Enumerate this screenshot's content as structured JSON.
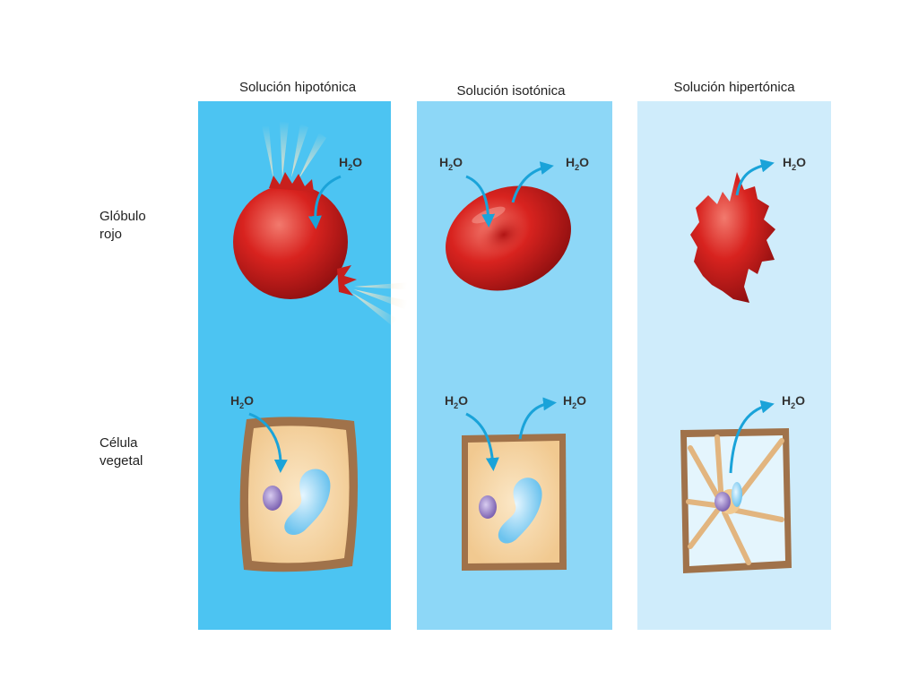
{
  "columns": [
    {
      "title": "Solución hipotónica",
      "color": "#4cc4f2"
    },
    {
      "title": "Solución isotónica",
      "color": "#8dd7f7"
    },
    {
      "title": "Solución hipertónica",
      "color": "#cfecfb"
    }
  ],
  "rows": [
    {
      "label_line1": "Glóbulo",
      "label_line2": "rojo"
    },
    {
      "label_line1": "Célula",
      "label_line2": "vegetal"
    }
  ],
  "water_label": {
    "main": "H",
    "sub": "2",
    "tail": "O"
  },
  "colors": {
    "arrow": "#1aa3d9",
    "blood_cell": "#d8231f",
    "cell_wall": "#a0724a",
    "cytoplasm": "#f7d8ab",
    "vacuole": "#a9dcf7",
    "nucleus": "#9a84c6"
  }
}
